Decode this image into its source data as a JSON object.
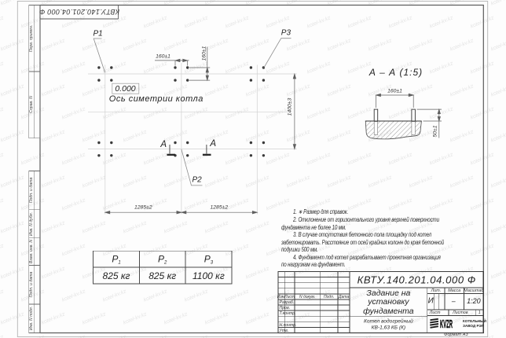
{
  "watermark": {
    "text": "kotel-kv.kz"
  },
  "corner_stamp": {
    "doc_number": "КВТУ.140.201.04.000 Ф"
  },
  "side_stamps": [
    {
      "label": "Перв. примен."
    },
    {
      "label": "Справ. N"
    },
    {
      "label": "Подп. и дата"
    },
    {
      "label": "Инв. N дубл."
    },
    {
      "label": "Взам. инв. N"
    },
    {
      "label": "Подп. и дата"
    },
    {
      "label": "Инв. N подл."
    }
  ],
  "plan": {
    "elevation_mark": "0.000",
    "symmetry_axis_label": "Ось симетрии котла",
    "load_p1": "Р1",
    "load_p2": "Р2",
    "load_p3": "Р3",
    "dim_bolt_pitch_h": "160±1",
    "dim_bolt_pitch_v": "160±1",
    "dim_row_span": "1400±3",
    "dim_col_span_left": "1285±2",
    "dim_col_span_right": "1285±2",
    "section_mark_left": "А",
    "section_mark_right": "А"
  },
  "section_view": {
    "title": "А – А (1:5)",
    "dim_bolt_pitch": "160±1",
    "dim_protrusion": "50±1"
  },
  "notes": {
    "lines": [
      {
        "text": "1.  ∗ Размер для справок.",
        "indent": true
      },
      {
        "text": "2. Отклонение от горизонтального уровня верхней поверхности",
        "indent": true
      },
      {
        "text": "фундамента не более 10 мм.",
        "indent": false
      },
      {
        "text": "3. В случае отсутствия бетонного пола площадку под котел",
        "indent": true
      },
      {
        "text": "забетонировать. Расстояние от осей крайних колонн до края бетонной",
        "indent": false
      },
      {
        "text": "подушки 500 мм.",
        "indent": false
      },
      {
        "text": "4. Фундамент под котел разрабатывает проектная организация",
        "indent": true
      },
      {
        "text": "по нагрузкам на фундамент.",
        "indent": false
      }
    ]
  },
  "loads_table": {
    "headers": [
      {
        "base": "Р",
        "sub": "1"
      },
      {
        "base": "Р",
        "sub": "2"
      },
      {
        "base": "Р",
        "sub": "3"
      }
    ],
    "values": [
      "825  кг",
      "825 кг",
      "1100  кг"
    ]
  },
  "title_block": {
    "designation": "КВТУ.140.201.04.000  Ф",
    "title_lines": [
      "Задание на",
      "установку",
      "фундамента"
    ],
    "product_lines": [
      "Котел водогрейный",
      "КВ-1,63  КБ  (К)"
    ],
    "header_cols": [
      "Изм.",
      "Лист",
      "N докум.",
      "Подп.",
      "Дата"
    ],
    "sig_rows": [
      "Разраб.",
      "Пров.",
      "Т.контр.",
      "",
      "Н.контр.",
      "Утв."
    ],
    "lit_label": "Лит.",
    "mass_label": "Масса",
    "scale_label": "Масштаб",
    "lit_value": "И",
    "mass_value": "–",
    "scale_value": "1:20",
    "sheet_label": "Лист",
    "sheets_label": "Листов",
    "sheets_value": "1",
    "logo_text": "KVZR",
    "company_lines": [
      "КОТЕЛЬНЫЙ",
      "ЗАВОД РЭП"
    ],
    "format_label": "Формат  А3"
  }
}
